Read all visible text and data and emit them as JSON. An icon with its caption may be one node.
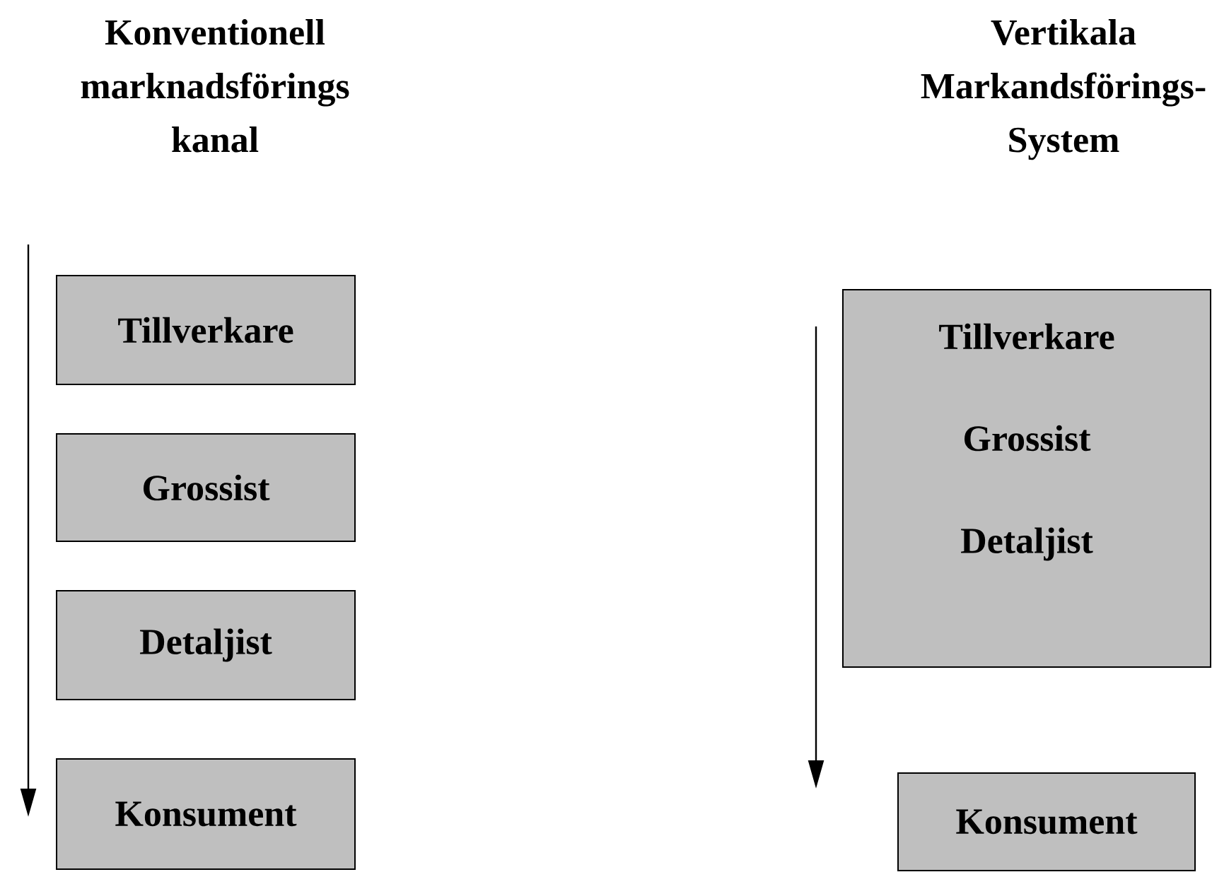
{
  "diagram": {
    "nodes": [
      {
        "text": [
          "Tillverkare"
        ]
      },
      {
        "text": [
          "Grossist"
        ]
      },
      {
        "text": [
          "Detaljist"
        ]
      },
      {
        "text": [
          "Konsument"
        ]
      },
      {
        "text": [
          "Tillverkare",
          "Grossist",
          "Detaljist"
        ]
      },
      {
        "text": [
          "Konsument"
        ]
      }
    ],
    "labels": [
      "Konventionell marknadsförings kanal",
      "Vertikala Markandsförings- System"
    ]
  }
}
